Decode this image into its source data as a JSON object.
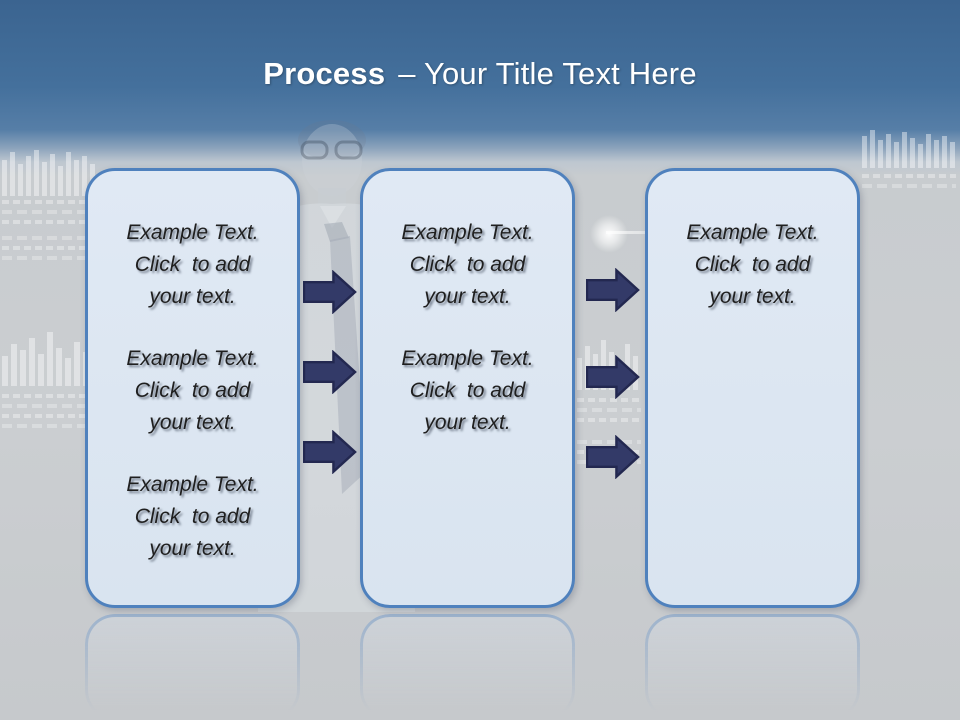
{
  "slide": {
    "title": {
      "keyword": "Process",
      "separator_and_text": "– Your Title Text Here"
    }
  },
  "steps": [
    {
      "label": "step-1",
      "paragraphs": [
        {
          "lines": [
            "Example Text.",
            "Click  to add",
            "your text."
          ]
        },
        {
          "lines": [
            "Example Text.",
            "Click  to add",
            "your text."
          ]
        },
        {
          "lines": [
            "Example Text.",
            "Click  to add",
            "your text."
          ]
        }
      ]
    },
    {
      "label": "step-2",
      "paragraphs": [
        {
          "lines": [
            "Example Text.",
            "Click  to add",
            "your text."
          ]
        },
        {
          "lines": [
            "Example Text.",
            "Click  to add",
            "your text."
          ]
        }
      ]
    },
    {
      "label": "step-3",
      "paragraphs": [
        {
          "lines": [
            "Example Text.",
            "Click  to add",
            "your text."
          ]
        }
      ]
    }
  ],
  "arrows": {
    "shape": "right-block-arrow",
    "groups": [
      {
        "between": "step-1 and step-2",
        "count": 3
      },
      {
        "between": "step-2 and step-3",
        "count": 3
      }
    ]
  },
  "colors": {
    "header_gradient_top": "#3b6490",
    "header_gradient_mid": "#4a76a3",
    "body_background": "#c9cccf",
    "box_fill": "#dde7f3",
    "box_border": "#4f81bd",
    "arrow_fill": "#333a68",
    "arrow_outline": "#232850",
    "title_text": "#ffffff",
    "body_text": "#1f1f1f"
  }
}
